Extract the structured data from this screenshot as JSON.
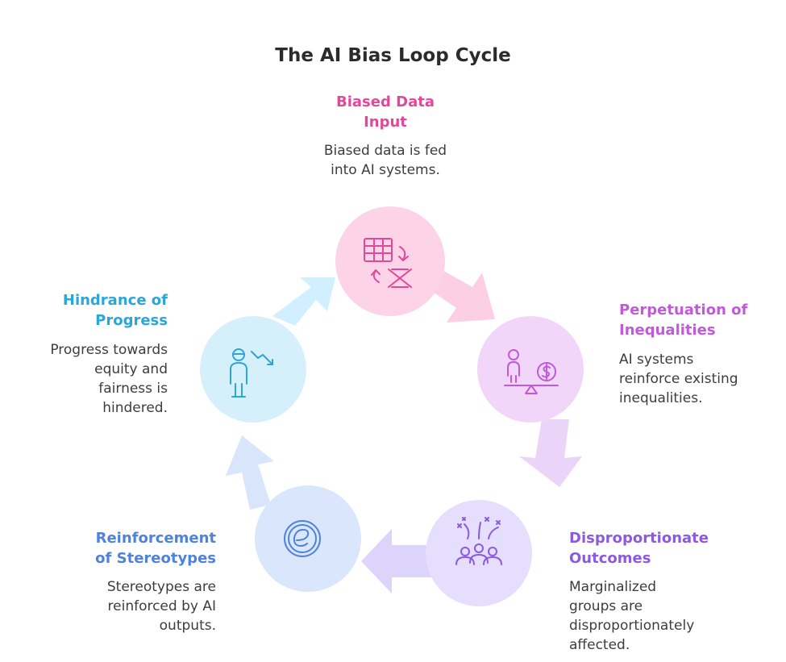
{
  "title": "The AI Bias Loop Cycle",
  "colors": {
    "biased_data": "#e0499a",
    "perpetuation": "#c05ad9",
    "disproportionate": "#8c5ae0",
    "reinforcement": "#4f82dc",
    "hindrance": "#2aa7d8"
  },
  "stages": [
    {
      "id": "biased-data-input",
      "heading": "Biased Data\nInput",
      "description": "Biased data is fed\ninto AI systems.",
      "icon": "spreadsheet-transform-icon"
    },
    {
      "id": "perpetuation-of-inequalities",
      "heading": "Perpetuation of\nInequalities",
      "description": "AI systems\nreinforce existing\ninequalities.",
      "icon": "person-scale-money-icon"
    },
    {
      "id": "disproportionate-outcomes",
      "heading": "Disproportionate\nOutcomes",
      "description": "Marginalized\ngroups are\ndisproportionately\naffected.",
      "icon": "group-fireworks-icon"
    },
    {
      "id": "reinforcement-of-stereotypes",
      "heading": "Reinforcement\nof Stereotypes",
      "description": "Stereotypes are\nreinforced by AI\noutputs.",
      "icon": "circled-e-icon"
    },
    {
      "id": "hindrance-of-progress",
      "heading": "Hindrance of\nProgress",
      "description": "Progress towards\nequity and\nfairness is\nhindered.",
      "icon": "person-down-trend-icon"
    }
  ]
}
